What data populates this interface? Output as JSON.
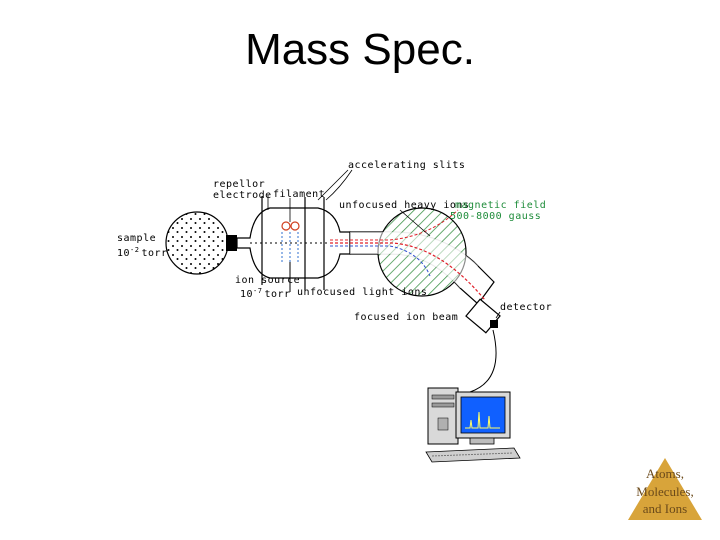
{
  "slide": {
    "title": "Mass Spec."
  },
  "diagram": {
    "labels": {
      "accelerating_slits": "accelerating slits",
      "repellor": "repellor",
      "electrode": "electrode",
      "filament": "filament",
      "unfocused_heavy_ions": "unfocused heavy ions",
      "magnetic_field": "magnetic field",
      "gauss": "500-8000 gauss",
      "sample": "sample",
      "sample_pressure_base": "10",
      "sample_pressure_exp": "-2",
      "sample_pressure_unit": "torr",
      "ion_source": "ion source",
      "ion_source_pressure_base": "10",
      "ion_source_pressure_exp": "-7",
      "ion_source_pressure_unit": "torr",
      "unfocused_light_ions": "unfocused light ions",
      "detector": "detector",
      "focused_ion_beam": "focused ion beam"
    },
    "colors": {
      "magnet_hatch": "#2e8b3a",
      "beam_red": "#e0202a",
      "beam_blue": "#3050d0",
      "monitor_screen": "#1060ff",
      "label_green": "#1e8c3a"
    }
  },
  "badge": {
    "line1": "Atoms,",
    "line2": "Molecules,",
    "line3": "and Ions",
    "color": "#d8a43a"
  }
}
